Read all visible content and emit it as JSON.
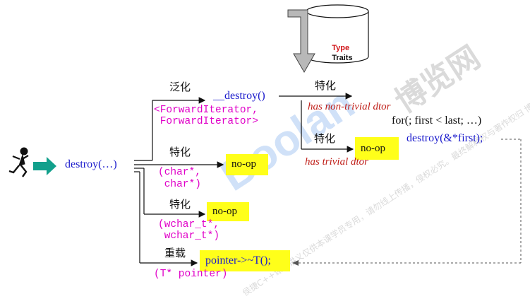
{
  "title": "",
  "entry_call": "destroy(…)",
  "labels": {
    "generic": "泛化",
    "special_char": "特化",
    "special_wchar": "特化",
    "overload": "重载",
    "special_nontrivial": "特化",
    "special_trivial": "特化"
  },
  "helper": {
    "call": "__destroy()",
    "param_line1": "<ForwardIterator,",
    "param_line2": " ForwardIterator>"
  },
  "branches": {
    "char": {
      "action": "no-op",
      "param_line1": "(char*,",
      "param_line2": " char*)"
    },
    "wchar": {
      "action": "no-op",
      "param_line1": "(wchar_t*,",
      "param_line2": " wchar_t*)"
    },
    "pointer": {
      "action": "pointer->~T();",
      "param": "(T* pointer)"
    }
  },
  "dtor": {
    "nontrivial_label": "has non-trivial dtor",
    "trivial_label": "has trivial dtor",
    "trivial_action": "no-op",
    "loop_line1": "for(; first < last; …)",
    "loop_line2": "destroy(&*first);"
  },
  "type_traits": {
    "line1": "Type",
    "line2": "Traits"
  },
  "watermark": {
    "brand": "Boolan",
    "site": "博览网",
    "fine_print": "侯捷C++课程讲义仅供本课学员专用，请勿线上传播，侵权必究。最终解释权与著作权归 博览网"
  },
  "colors": {
    "blue": "#1a1acc",
    "magenta": "#e000c8",
    "red": "#c0201a",
    "highlight": "#ffff1a",
    "teal": "#12a08c"
  }
}
